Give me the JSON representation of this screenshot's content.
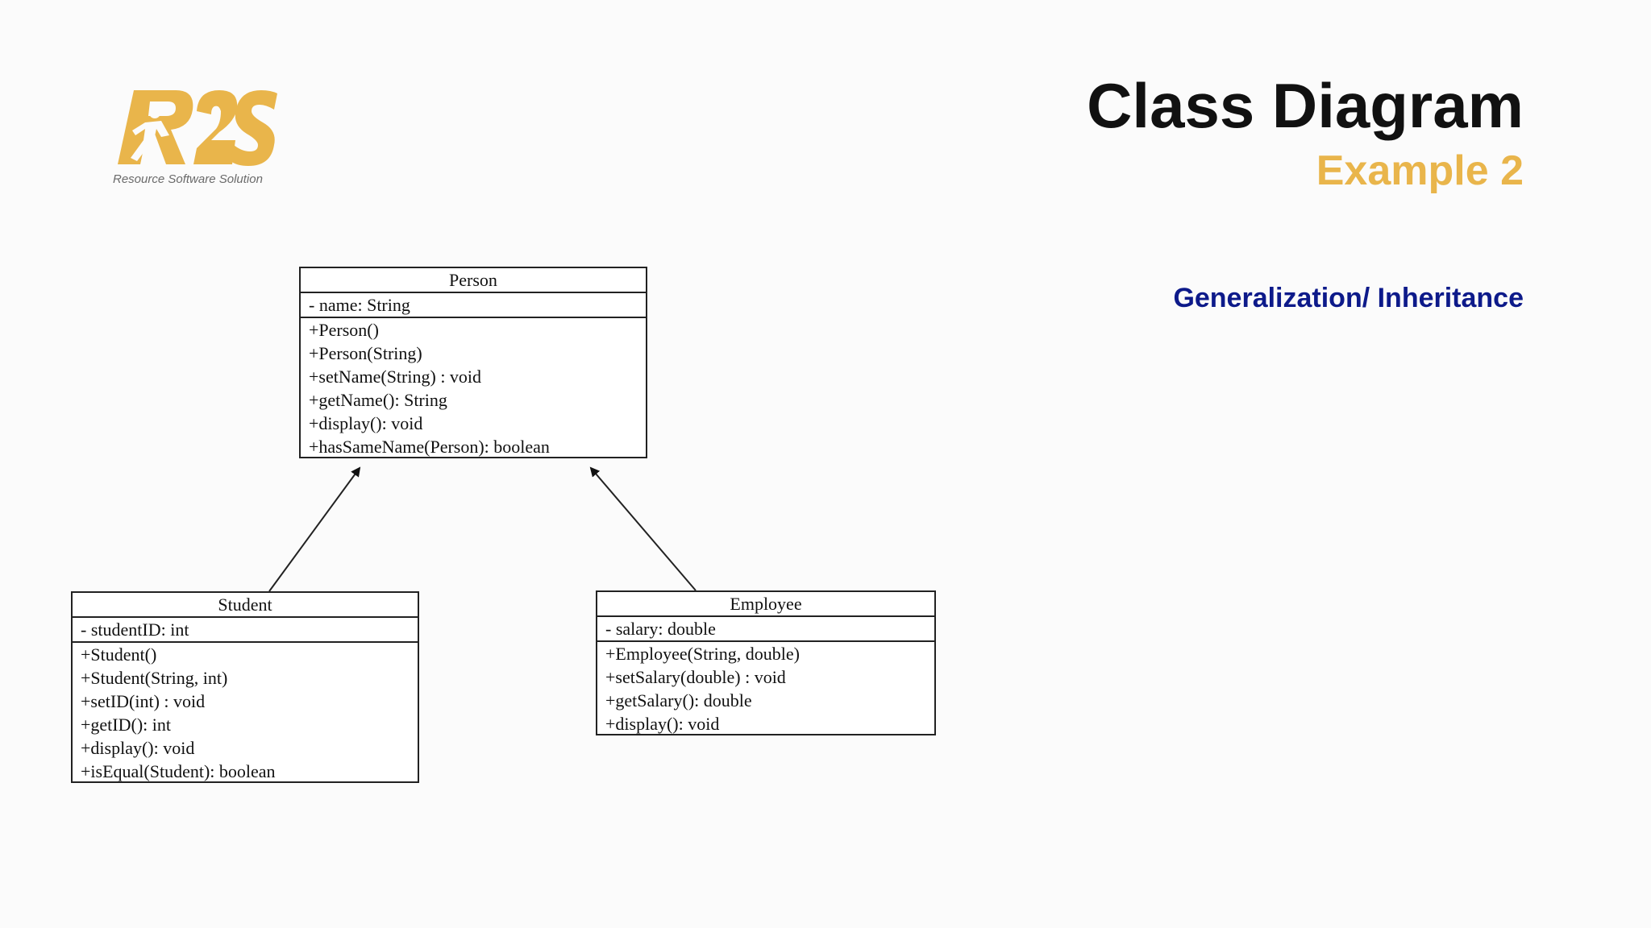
{
  "logo": {
    "mark": "R2S",
    "tagline": "Resource Software Solution"
  },
  "header": {
    "title": "Class Diagram",
    "subtitle": "Example 2",
    "section": "Generalization/ Inheritance"
  },
  "colors": {
    "brand_gold": "#e9b54b",
    "section_navy": "#0d1a8a",
    "title": "#111111"
  },
  "diagram": {
    "classes": {
      "person": {
        "name": "Person",
        "attributes": [
          "-  name: String"
        ],
        "operations": [
          "+Person()",
          "+Person(String)",
          "+setName(String) : void",
          "+getName(): String",
          "+display(): void",
          "+hasSameName(Person): boolean"
        ]
      },
      "student": {
        "name": "Student",
        "attributes": [
          "-  studentID: int"
        ],
        "operations": [
          "+Student()",
          "+Student(String, int)",
          "+setID(int) : void",
          "+getID(): int",
          "+display(): void",
          "+isEqual(Student): boolean"
        ]
      },
      "employee": {
        "name": "Employee",
        "attributes": [
          "-  salary: double"
        ],
        "operations": [
          "+Employee(String, double)",
          "+setSalary(double) : void",
          "+getSalary(): double",
          "+display(): void"
        ]
      }
    },
    "relations": [
      {
        "from": "Student",
        "to": "Person",
        "type": "generalization"
      },
      {
        "from": "Employee",
        "to": "Person",
        "type": "generalization"
      }
    ]
  }
}
